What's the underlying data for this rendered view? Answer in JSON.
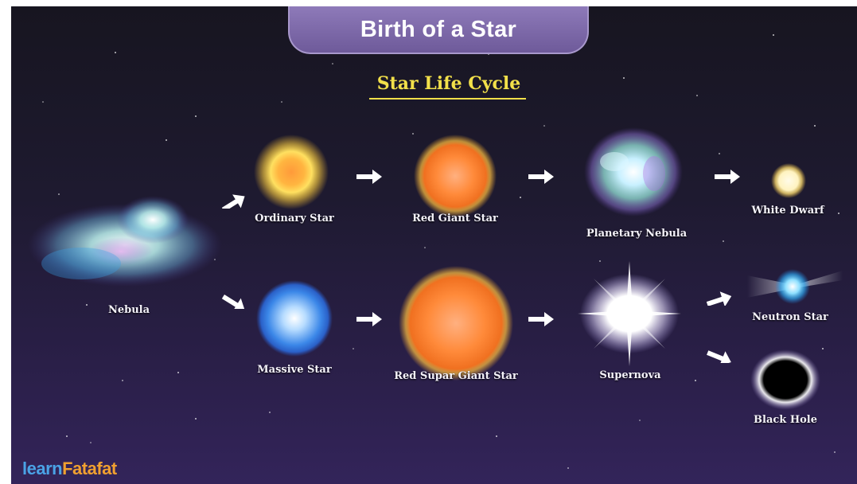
{
  "title": "Birth of a Star",
  "subtitle": "Star Life Cycle",
  "stages": {
    "nebula": "Nebula",
    "ordinary_star": "Ordinary Star",
    "red_giant_star": "Red Giant Star",
    "planetary_nebula": "Planetary Nebula",
    "white_dwarf": "White Dwarf",
    "massive_star": "Massive Star",
    "red_super_giant_star": "Red Supar Giant Star",
    "supernova": "Supernova",
    "neutron_star": "Neutron Star",
    "black_hole": "Black Hole"
  },
  "logo": {
    "part1": "learn",
    "part2": "Fatafat"
  }
}
